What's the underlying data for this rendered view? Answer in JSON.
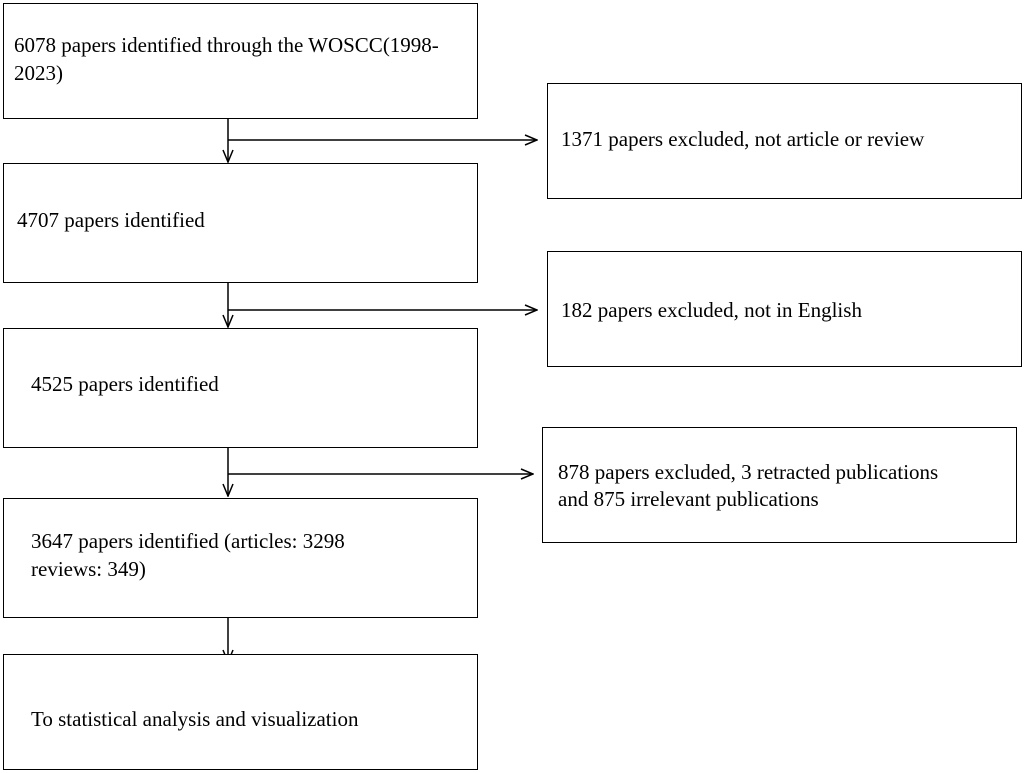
{
  "main_boxes": [
    {
      "id": "identified-wos",
      "lines": [
        "6078 papers identified through the WOSCC(1998-",
        "2023)"
      ]
    },
    {
      "id": "identified-4707",
      "lines": [
        "4707 papers identified"
      ]
    },
    {
      "id": "identified-4525",
      "lines": [
        "4525 papers identified"
      ]
    },
    {
      "id": "identified-3647",
      "lines": [
        "3647 papers identified (articles: 3298",
        "reviews: 349)"
      ]
    },
    {
      "id": "analysis",
      "lines": [
        "To statistical analysis and visualization"
      ]
    }
  ],
  "exclusion_boxes": [
    {
      "id": "excluded-type",
      "lines": [
        "1371 papers excluded, not article or review"
      ]
    },
    {
      "id": "excluded-language",
      "lines": [
        "182 papers excluded, not in English"
      ]
    },
    {
      "id": "excluded-other",
      "lines": [
        "878 papers excluded, 3 retracted publications",
        "and 875 irrelevant publications"
      ]
    }
  ],
  "line_color": "#000000"
}
